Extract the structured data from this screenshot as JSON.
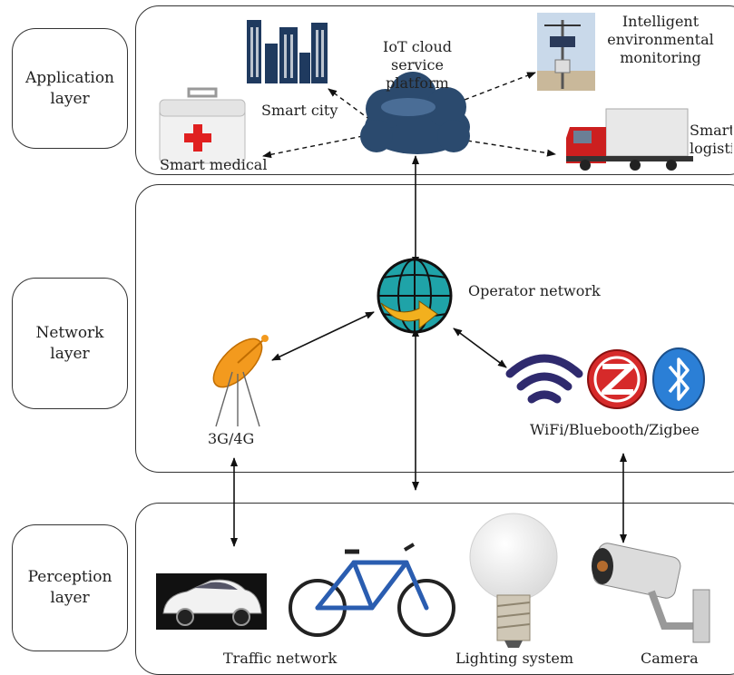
{
  "layers": {
    "application": "Application\nlayer",
    "network": "Network\nlayer",
    "perception": "Perception\nlayer"
  },
  "application": {
    "cloud_label": "IoT cloud\nservice platform",
    "smart_city": "Smart city",
    "smart_medical": "Smart medical",
    "environment": "Intelligent\nenvironmental\nmonitoring",
    "logistics": "Smart\nlogistics"
  },
  "network": {
    "operator": "Operator network",
    "mobile": "3G/4G",
    "wireless": "WiFi/Bluebooth/Zigbee"
  },
  "perception": {
    "traffic": "Traffic network",
    "lighting": "Lighting system",
    "camera": "Camera"
  },
  "icons": [
    "city-buildings-icon",
    "medical-kit-icon",
    "cloud-icon",
    "weather-station-icon",
    "truck-icon",
    "globe-icon",
    "satellite-dish-icon",
    "wifi-icon",
    "zigbee-icon",
    "bluetooth-icon",
    "car-icon",
    "bicycle-icon",
    "light-bulb-icon",
    "security-camera-icon"
  ],
  "colors": {
    "cloud": "#2b4a6e",
    "globe": "#1fa3a8",
    "globe_arrow": "#f2b01e",
    "wifi": "#2f2a6e",
    "zigbee": "#d62a2a",
    "bluetooth": "#2b7fd6",
    "dish": "#f39a1e",
    "truck": "#cc1f1f",
    "bicycle": "#2a5db0"
  }
}
